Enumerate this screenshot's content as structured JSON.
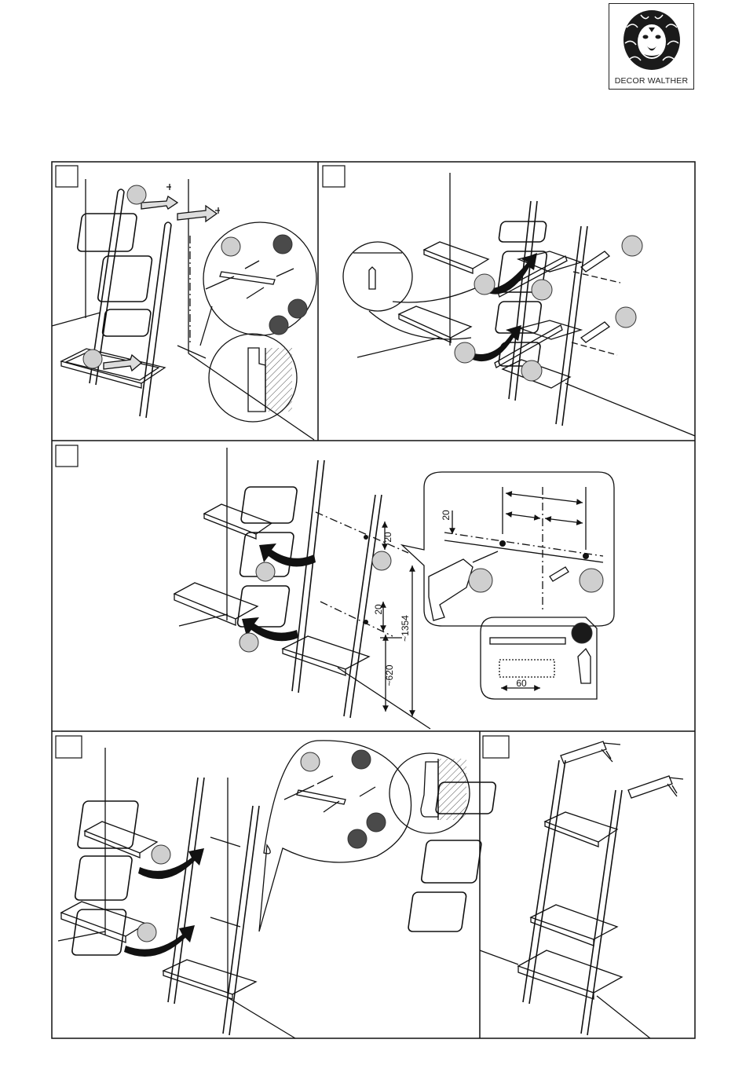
{
  "logo": {
    "brand": "DECOR WALTHER",
    "icon": "lion-head-icon"
  },
  "steps": [
    {
      "id": 1,
      "title": ""
    },
    {
      "id": 2,
      "title": ""
    },
    {
      "id": 3,
      "title": ""
    },
    {
      "id": 4,
      "title": ""
    },
    {
      "id": 5,
      "title": ""
    }
  ],
  "dimensions": {
    "offset_upper": "20",
    "offset_lower": "20",
    "height_total": "~1354",
    "height_lower": "~620",
    "detail_offset": "20",
    "drill_depth": "60"
  },
  "colors": {
    "line": "#111111",
    "badge_light": "#cfcfcf",
    "badge_dark": "#4a4a4a",
    "arrow": "#111111"
  }
}
